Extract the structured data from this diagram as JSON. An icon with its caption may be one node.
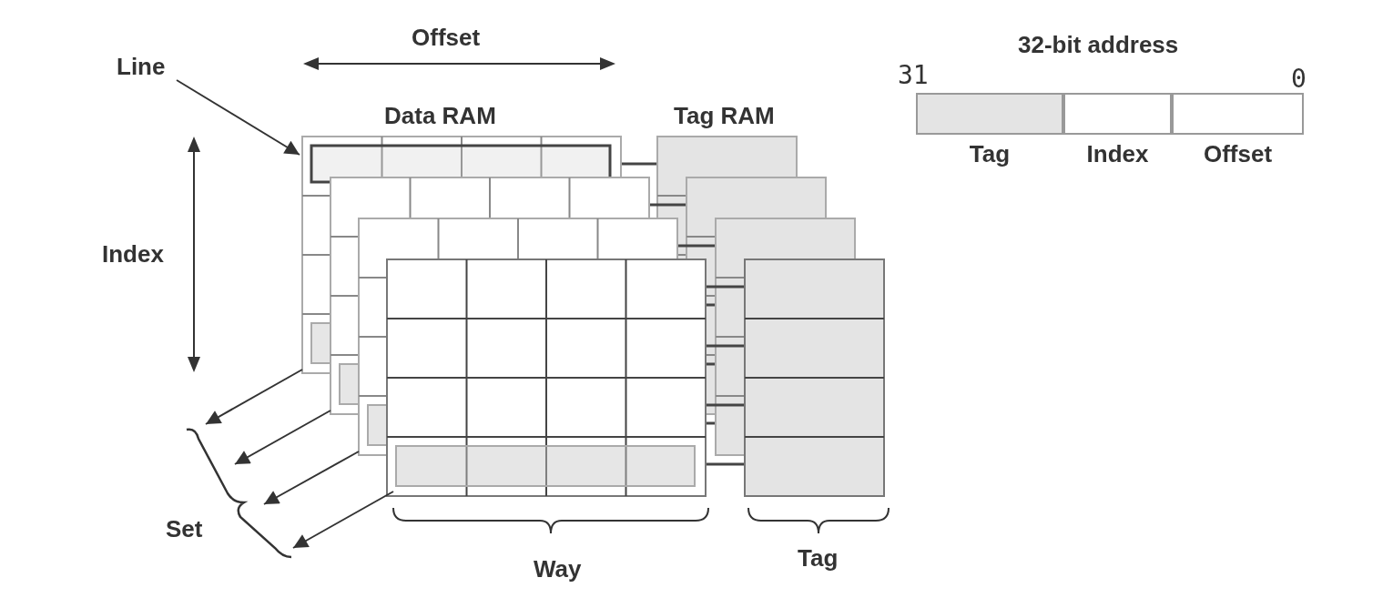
{
  "diagram": {
    "nodes": [
      {
        "text": [
          "Line"
        ]
      },
      {
        "text": [],
        "shape": "picture"
      },
      {
        "text": [
          "Set"
        ]
      },
      {
        "text": [
          "Tag"
        ]
      },
      {
        "text": [
          "Index"
        ]
      },
      {
        "text": [
          "Offset"
        ]
      }
    ],
    "edges": [
      {
        "from": 0,
        "to": 1,
        "arrow": "to"
      },
      {
        "from": 1,
        "to": 2,
        "arrow": "to"
      },
      {
        "from": 1,
        "to": 2,
        "arrow": "to"
      },
      {
        "from": 1,
        "to": 2,
        "arrow": "to"
      },
      {
        "from": 1,
        "to": 2,
        "arrow": "to"
      }
    ],
    "labels": [
      "Offset",
      "32-bit address",
      "31",
      "0",
      "Data RAM",
      "Tag RAM",
      "Index",
      "Way",
      "Tag"
    ]
  }
}
